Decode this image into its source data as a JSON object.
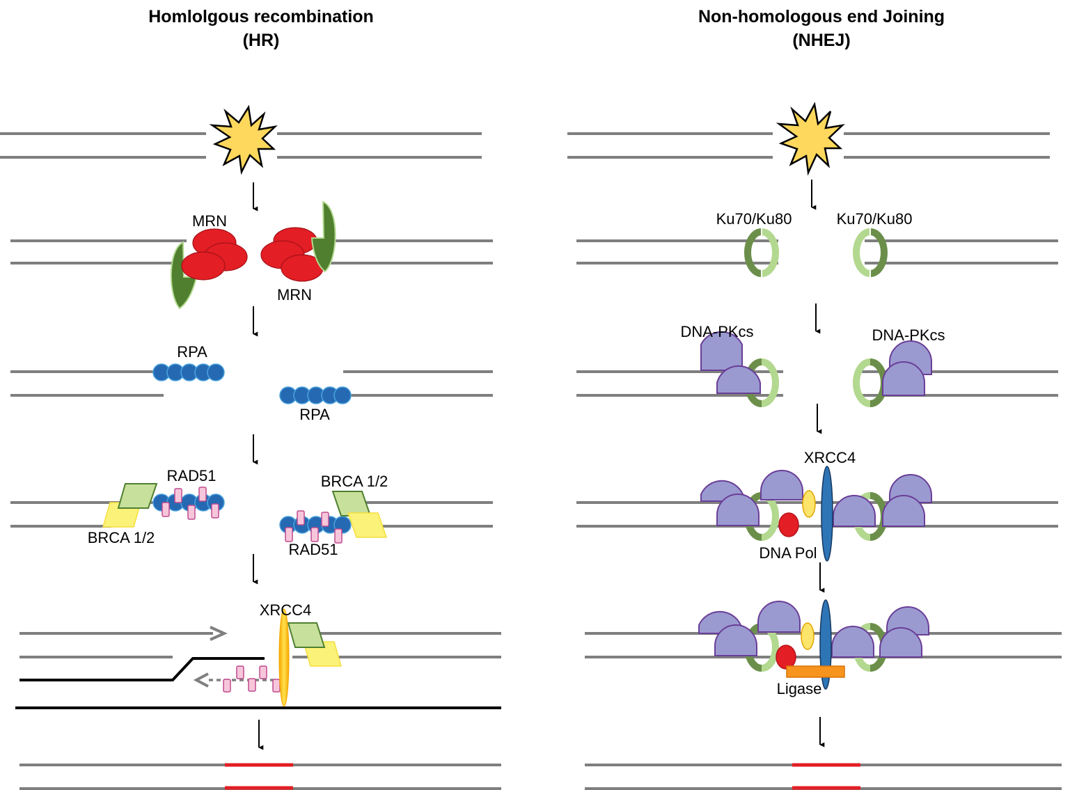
{
  "left": {
    "title_line1": "Homlolgous recombination",
    "title_line2": "(HR)",
    "labels": {
      "mrn_top": "MRN",
      "mrn_bottom": "MRN",
      "rpa_top": "RPA",
      "rpa_bottom": "RPA",
      "rad51_top": "RAD51",
      "rad51_bottom": "RAD51",
      "brca_right": "BRCA 1/2",
      "brca_left": "BRCA 1/2",
      "xrcc4": "XRCC4"
    }
  },
  "right": {
    "title_line1": "Non-homologous end Joining",
    "title_line2": "(NHEJ)",
    "labels": {
      "ku_left": "Ku70/Ku80",
      "ku_right": "Ku70/Ku80",
      "dnapk_left": "DNA-PKcs",
      "dnapk_right": "DNA-PKcs",
      "xrcc4": "XRCC4",
      "dna_pol": "DNA Pol",
      "ligase": "Ligase"
    }
  },
  "colors": {
    "dna_strand": "#7f7f7f",
    "repair_patch": "#e31e24",
    "mrn": "#e31e24",
    "rpa": "#2569b3",
    "rad51": "#f7c6db",
    "dna_pkcs": "#9a9ad0",
    "ku_light": "#b3d88f",
    "ku_dark": "#6b8f4a",
    "xrcc4_left": "#f5c518",
    "xrcc4_right": "#2e75b6",
    "ligase": "#f7941d",
    "damage_star": "#fdd85d"
  }
}
